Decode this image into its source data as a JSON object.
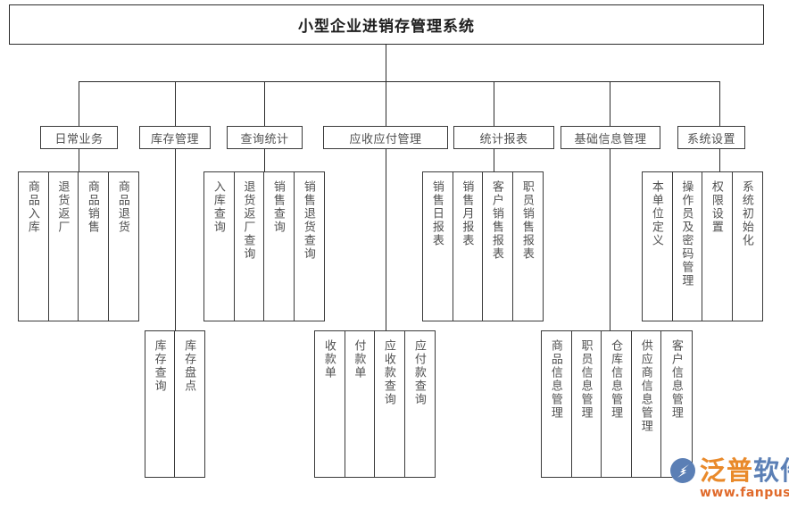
{
  "diagram": {
    "type": "org-chart",
    "title": "小型企业进销存管理系统",
    "level2": [
      {
        "label": "日常业务"
      },
      {
        "label": "库存管理"
      },
      {
        "label": "查询统计"
      },
      {
        "label": "应收应付管理"
      },
      {
        "label": "统计报表"
      },
      {
        "label": "基础信息管理"
      },
      {
        "label": "系统设置"
      }
    ],
    "groups": {
      "daily": {
        "parent": "日常业务",
        "items": [
          "商品入库",
          "退货返厂",
          "商品销售",
          "商品退货"
        ]
      },
      "stock": {
        "parent": "库存管理",
        "items": [
          "库存查询",
          "库存盘点"
        ]
      },
      "query": {
        "parent": "查询统计",
        "items": [
          "入库查询",
          "退货返厂查询",
          "销售查询",
          "销售退货查询"
        ]
      },
      "payable": {
        "parent": "应收应付管理",
        "items": [
          "收款单",
          "付款单",
          "应收款查询",
          "应付款查询"
        ]
      },
      "report": {
        "parent": "统计报表",
        "items": [
          "销售日报表",
          "销售月报表",
          "客户销售报表",
          "职员销售报表"
        ]
      },
      "basic": {
        "parent": "基础信息管理",
        "items": [
          "商品信息管理",
          "职员信息管理",
          "仓库信息管理",
          "供应商信息管理",
          "客户信息管理"
        ]
      },
      "system": {
        "parent": "系统设置",
        "items": [
          "本单位定义",
          "操作员及密码管理",
          "权限设置",
          "系统初始化"
        ]
      }
    }
  },
  "watermark": {
    "brand_first": "泛普",
    "brand_second": "软件",
    "url": "www.fanpusoft.com",
    "color_orange": "#e98a2b",
    "color_blue": "#5b7fb5"
  },
  "colors": {
    "line": "#2b2b2b",
    "box_border": "#3a3a3a",
    "text": "#515151",
    "background": "#ffffff"
  }
}
